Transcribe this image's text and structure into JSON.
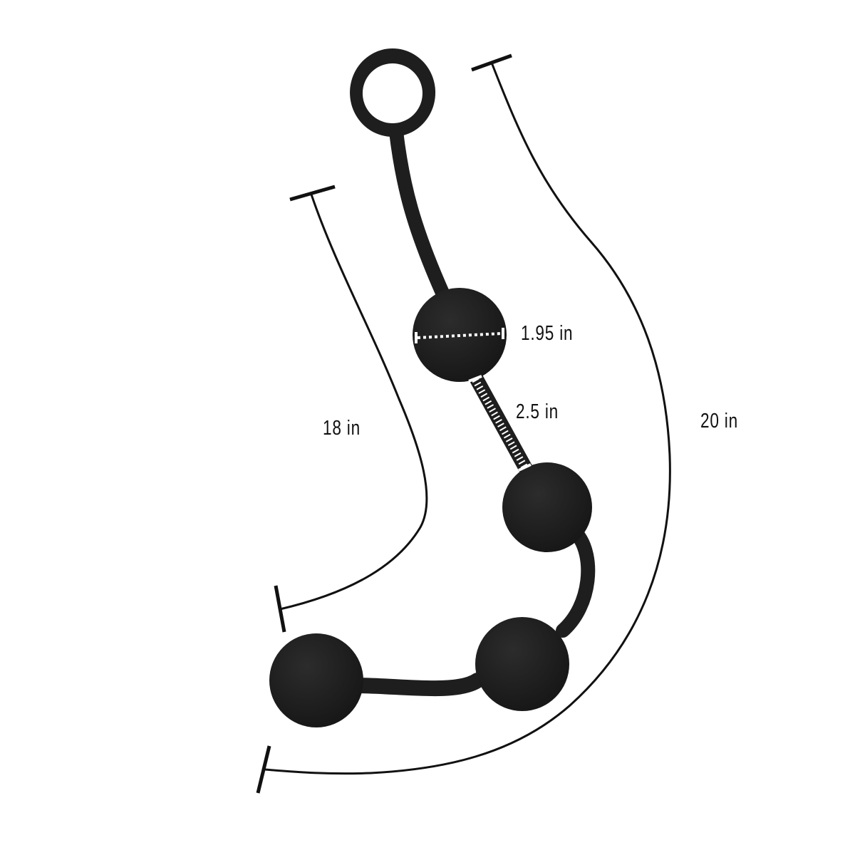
{
  "labels": {
    "ball_diameter": "1.95 in",
    "ball_spacing": "2.5 in",
    "insertable_length": "18 in",
    "total_length": "20 in"
  },
  "colors": {
    "product": "#1e1e1e",
    "dimension_line": "#111111",
    "measure_marker": "#ffffff"
  }
}
